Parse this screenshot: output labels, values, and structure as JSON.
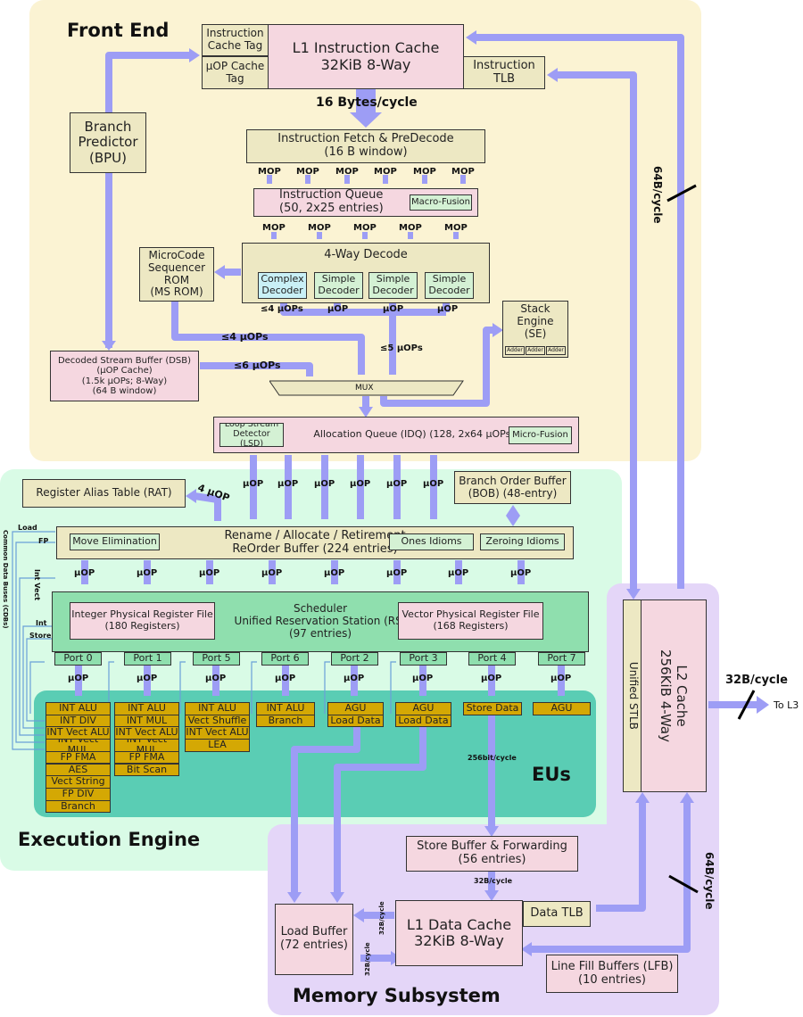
{
  "regions": {
    "front_end": "Front End",
    "execution_engine": "Execution Engine",
    "eus": "EUs",
    "memory_subsystem": "Memory Subsystem"
  },
  "front_end": {
    "icache_tag": [
      "Instruction",
      "Cache Tag"
    ],
    "uop_cache_tag": [
      "µOP Cache",
      "Tag"
    ],
    "l1i": [
      "L1 Instruction Cache",
      "32KiB 8-Way"
    ],
    "itlb": [
      "Instruction",
      "TLB"
    ],
    "fetch_rate": "16 Bytes/cycle",
    "bpu": [
      "Branch",
      "Predictor",
      "(BPU)"
    ],
    "fetch": [
      "Instruction Fetch & PreDecode",
      "(16 B window)"
    ],
    "mop_label": "MOP",
    "iq": [
      "Instruction Queue",
      "(50, 2x25 entries)"
    ],
    "macro_fusion": "Macro-Fusion",
    "decode": "4-Way Decode",
    "complex_decoder": [
      "Complex",
      "Decoder"
    ],
    "simple_decoder": [
      "Simple",
      "Decoder"
    ],
    "msrom": [
      "MicroCode",
      "Sequencer",
      "ROM",
      "(MS ROM)"
    ],
    "le4": "≤4 µOPs",
    "uop": "µOP",
    "le5": "≤5 µOPs",
    "le6": "≤6 µOPs",
    "stack_engine": [
      "Stack",
      "Engine",
      "(SE)"
    ],
    "adder": "Adder",
    "dsb": [
      "Decoded Stream Buffer (DSB)",
      "(µOP Cache)",
      "(1.5k µOPs; 8-Way)",
      "(64 B window)"
    ],
    "mux": "MUX",
    "lsd": [
      "Loop Stream",
      "Detector (LSD)"
    ],
    "idq": "Allocation Queue (IDQ) (128, 2x64 µOPs)",
    "micro_fusion": "Micro-Fusion",
    "bw_64_upper": "64B/cycle"
  },
  "exec": {
    "rat": "Register Alias Table (RAT)",
    "four_uop": "4 µOP",
    "bob": [
      "Branch Order Buffer",
      "(BOB) (48-entry)"
    ],
    "uop": "µOP",
    "cdb_title": "Common Data Buses (CDBs)",
    "cdb_load": "Load",
    "cdb_fp": "FP",
    "cdb_int_vect": "Int Vect",
    "cdb_int": "Int",
    "cdb_store": "Store",
    "rob": [
      "Rename / Allocate / Retirement",
      "ReOrder Buffer (224 entries)"
    ],
    "move_elim": "Move Elimination",
    "ones_idioms": "Ones Idioms",
    "zeroing_idioms": "Zeroing Idioms",
    "scheduler": [
      "Scheduler",
      "Unified Reservation Station (RS)",
      "(97 entries)"
    ],
    "int_prf": [
      "Integer Physical Register File",
      "(180 Registers)"
    ],
    "vec_prf": [
      "Vector Physical Register File",
      "(168 Registers)"
    ],
    "ports": [
      "Port 0",
      "Port 1",
      "Port 5",
      "Port 6",
      "Port 2",
      "Port 3",
      "Port 4",
      "Port 7"
    ],
    "eu_port0": [
      "INT ALU",
      "INT DIV",
      "INT Vect ALU",
      "INT Vect MUL",
      "FP FMA",
      "AES",
      "Vect String",
      "FP DIV",
      "Branch"
    ],
    "eu_port1": [
      "INT ALU",
      "INT MUL",
      "INT Vect ALU",
      "INT Vect MUL",
      "FP FMA",
      "Bit Scan"
    ],
    "eu_port5": [
      "INT ALU",
      "Vect Shuffle",
      "INT Vect ALU",
      "LEA"
    ],
    "eu_port6": [
      "INT ALU",
      "Branch"
    ],
    "eu_port2": [
      "AGU",
      "Load Data"
    ],
    "eu_port3": [
      "AGU",
      "Load Data"
    ],
    "eu_port4": [
      "Store Data"
    ],
    "eu_port7": [
      "AGU"
    ],
    "bw_256": "256bit/cycle"
  },
  "memory": {
    "l2": [
      "L2 Cache",
      "256KiB 4-Way"
    ],
    "stlb": "Unified STLB",
    "bw_32_l3": "32B/cycle",
    "to_l3": "To L3",
    "store_buffer": [
      "Store Buffer & Forwarding",
      "(56 entries)"
    ],
    "bw_32": "32B/cycle",
    "load_buffer": [
      "Load Buffer",
      "(72 entries)"
    ],
    "l1d": [
      "L1 Data Cache",
      "32KiB 8-Way"
    ],
    "dtlb": "Data TLB",
    "lfb": [
      "Line Fill Buffers (LFB)",
      "(10 entries)"
    ],
    "bw_64_lower": "64B/cycle"
  },
  "colors": {
    "front_end_bg": "#fbf3d3",
    "exec_bg": "#d9fbe6",
    "eus_bg": "#5acdb4",
    "memory_bg": "#e4d6f8",
    "arrow": "#9d9df5",
    "eu_gold": "#d4a804",
    "cdb_line": "#6a9fd8"
  }
}
